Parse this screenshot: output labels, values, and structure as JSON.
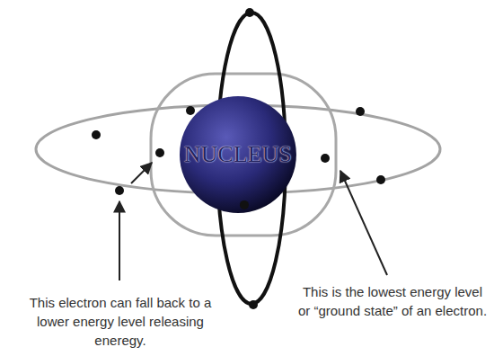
{
  "diagram": {
    "nodes": [
      {
        "text": [
          "NUCLEUS"
        ]
      }
    ],
    "labels": [
      "This electron can fall back to a lower energy level releasing eneregy.",
      "This is the lowest energy level or “ground state” of an electron."
    ]
  }
}
